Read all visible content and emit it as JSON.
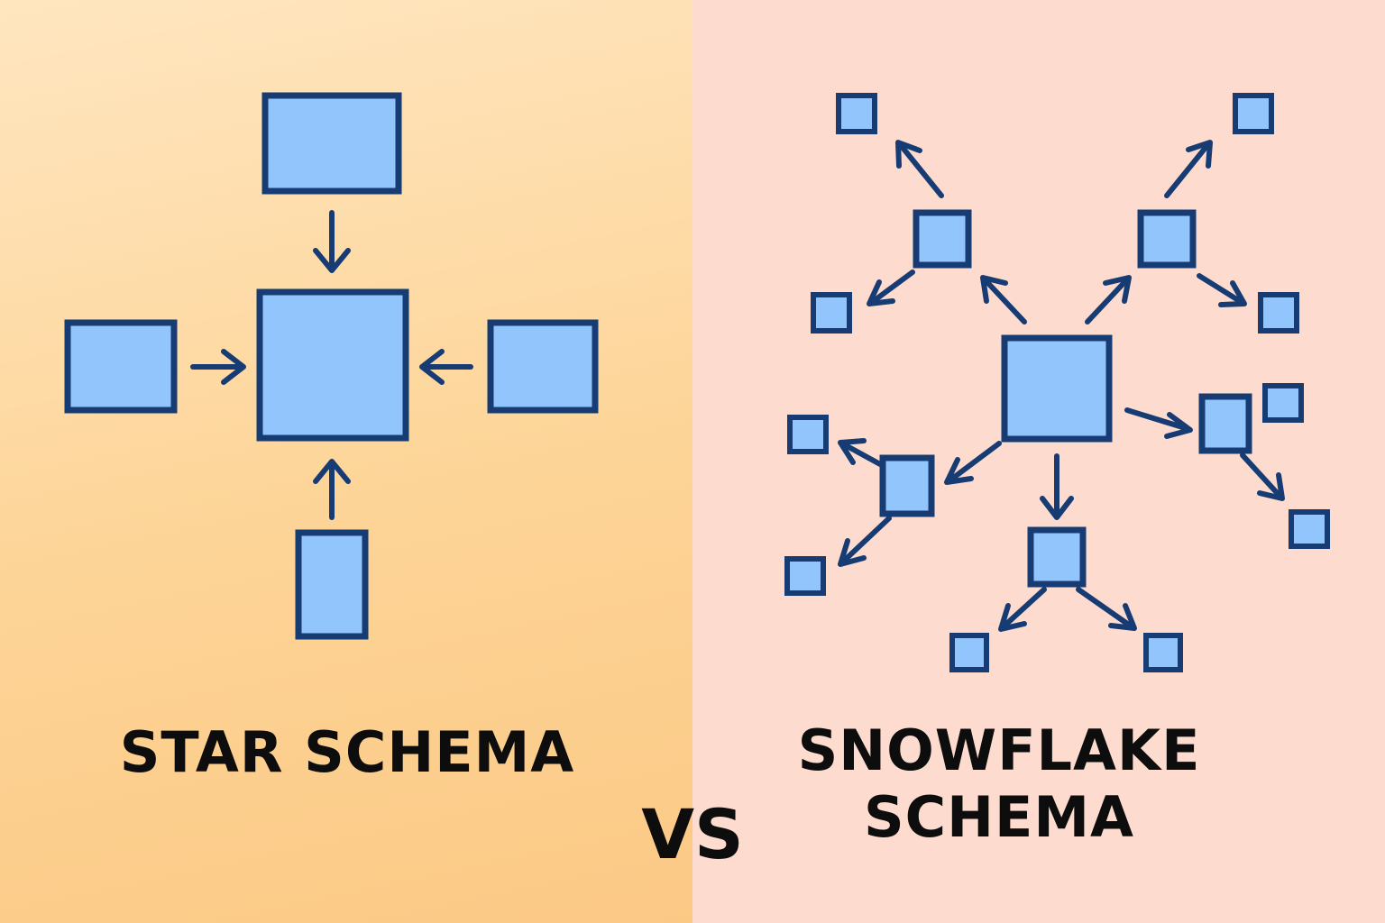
{
  "left_panel": {
    "title": "STAR SCHEMA",
    "background": "#fdd497"
  },
  "right_panel": {
    "title_line1": "SNOWFLAKE",
    "title_line2": "SCHEMA",
    "background": "#fddccf"
  },
  "divider_text": "VS",
  "colors": {
    "node_fill": "#93c5fd",
    "node_stroke": "#173c74",
    "text": "#0d0d0d"
  }
}
